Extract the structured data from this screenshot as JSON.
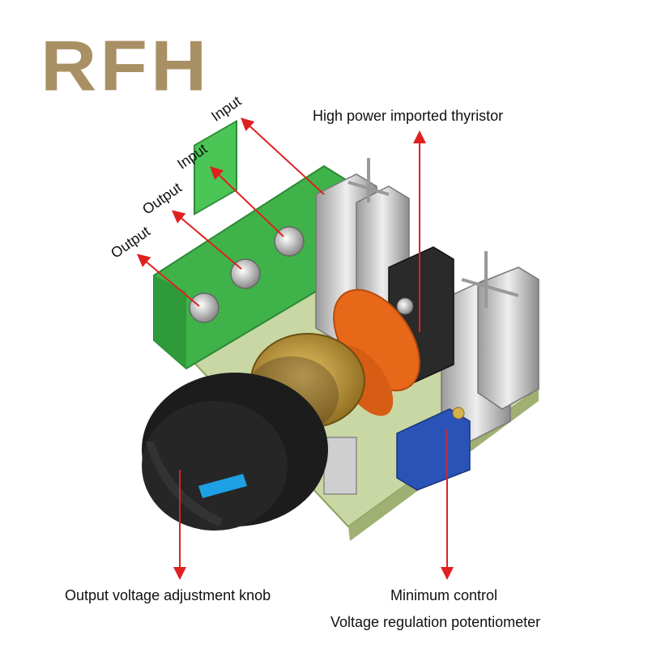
{
  "brand": {
    "text": "RFH",
    "color": "#a99064"
  },
  "labels": {
    "input_1": "Input",
    "input_2": "Input",
    "output_1": "Output",
    "output_2": "Output",
    "thyristor": "High power imported thyristor",
    "knob": "Output voltage adjustment knob",
    "min_control": "Minimum control",
    "potentiometer": "Voltage regulation potentiometer"
  },
  "colors": {
    "arrow": "#e02020",
    "pcb": "#c9d7a4",
    "terminal": "#3fb34a",
    "capacitor": "#e8681a",
    "trimmer": "#2a53b8",
    "knob": "#1c1c1c",
    "knob_stripe": "#1ea0e6",
    "heatsink": "#c8c8c8"
  }
}
